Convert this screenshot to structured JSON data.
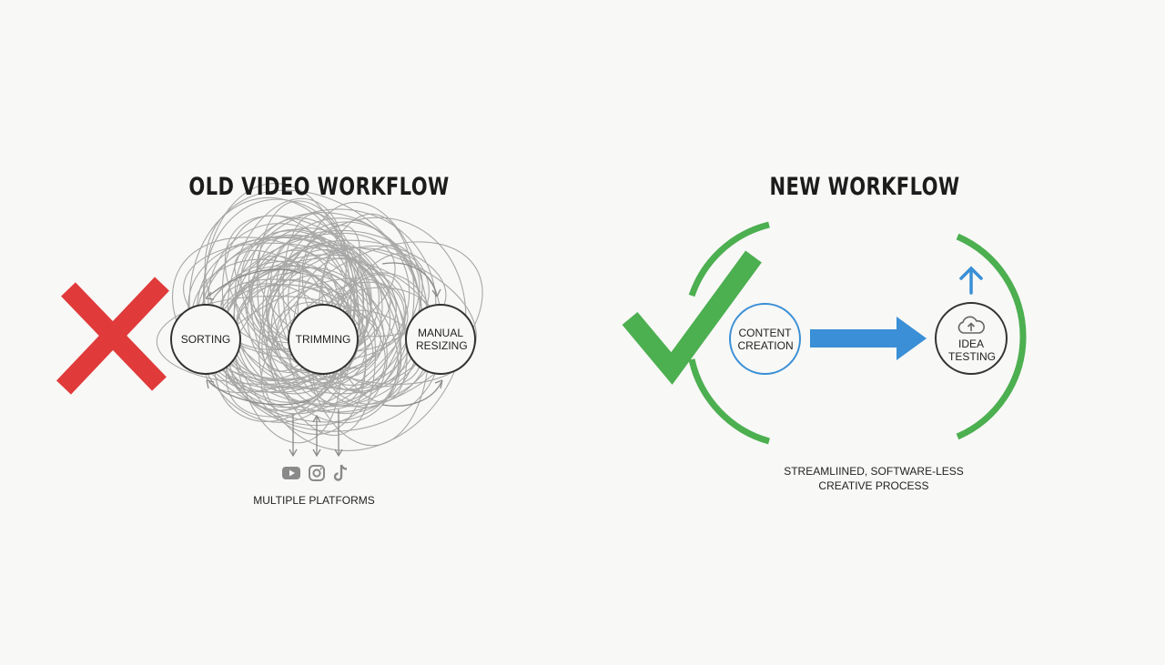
{
  "old_workflow": {
    "title": "OLD VIDEO WORKFLOW",
    "steps": [
      "SORTING",
      "TRIMMING",
      "MANUAL RESIZING"
    ],
    "platform_icons": [
      "youtube-icon",
      "instagram-icon",
      "tiktok-icon"
    ],
    "platforms_label": "MULTIPLE PLATFORMS",
    "status_icon": "cross-icon",
    "status_color": "#e03a3a"
  },
  "new_workflow": {
    "title": "NEW WORKFLOW",
    "steps": [
      "CONTENT CREATION",
      "IDEA TESTING"
    ],
    "idea_icon": "cloud-upload-icon",
    "caption_lines": [
      "STREAMLIINED, SOFTWARE-LESS",
      "CREATIVE PROCESS"
    ],
    "status_icon": "checkmark-icon",
    "status_color": "#4caf50",
    "arrow_color": "#3a8fd6"
  }
}
